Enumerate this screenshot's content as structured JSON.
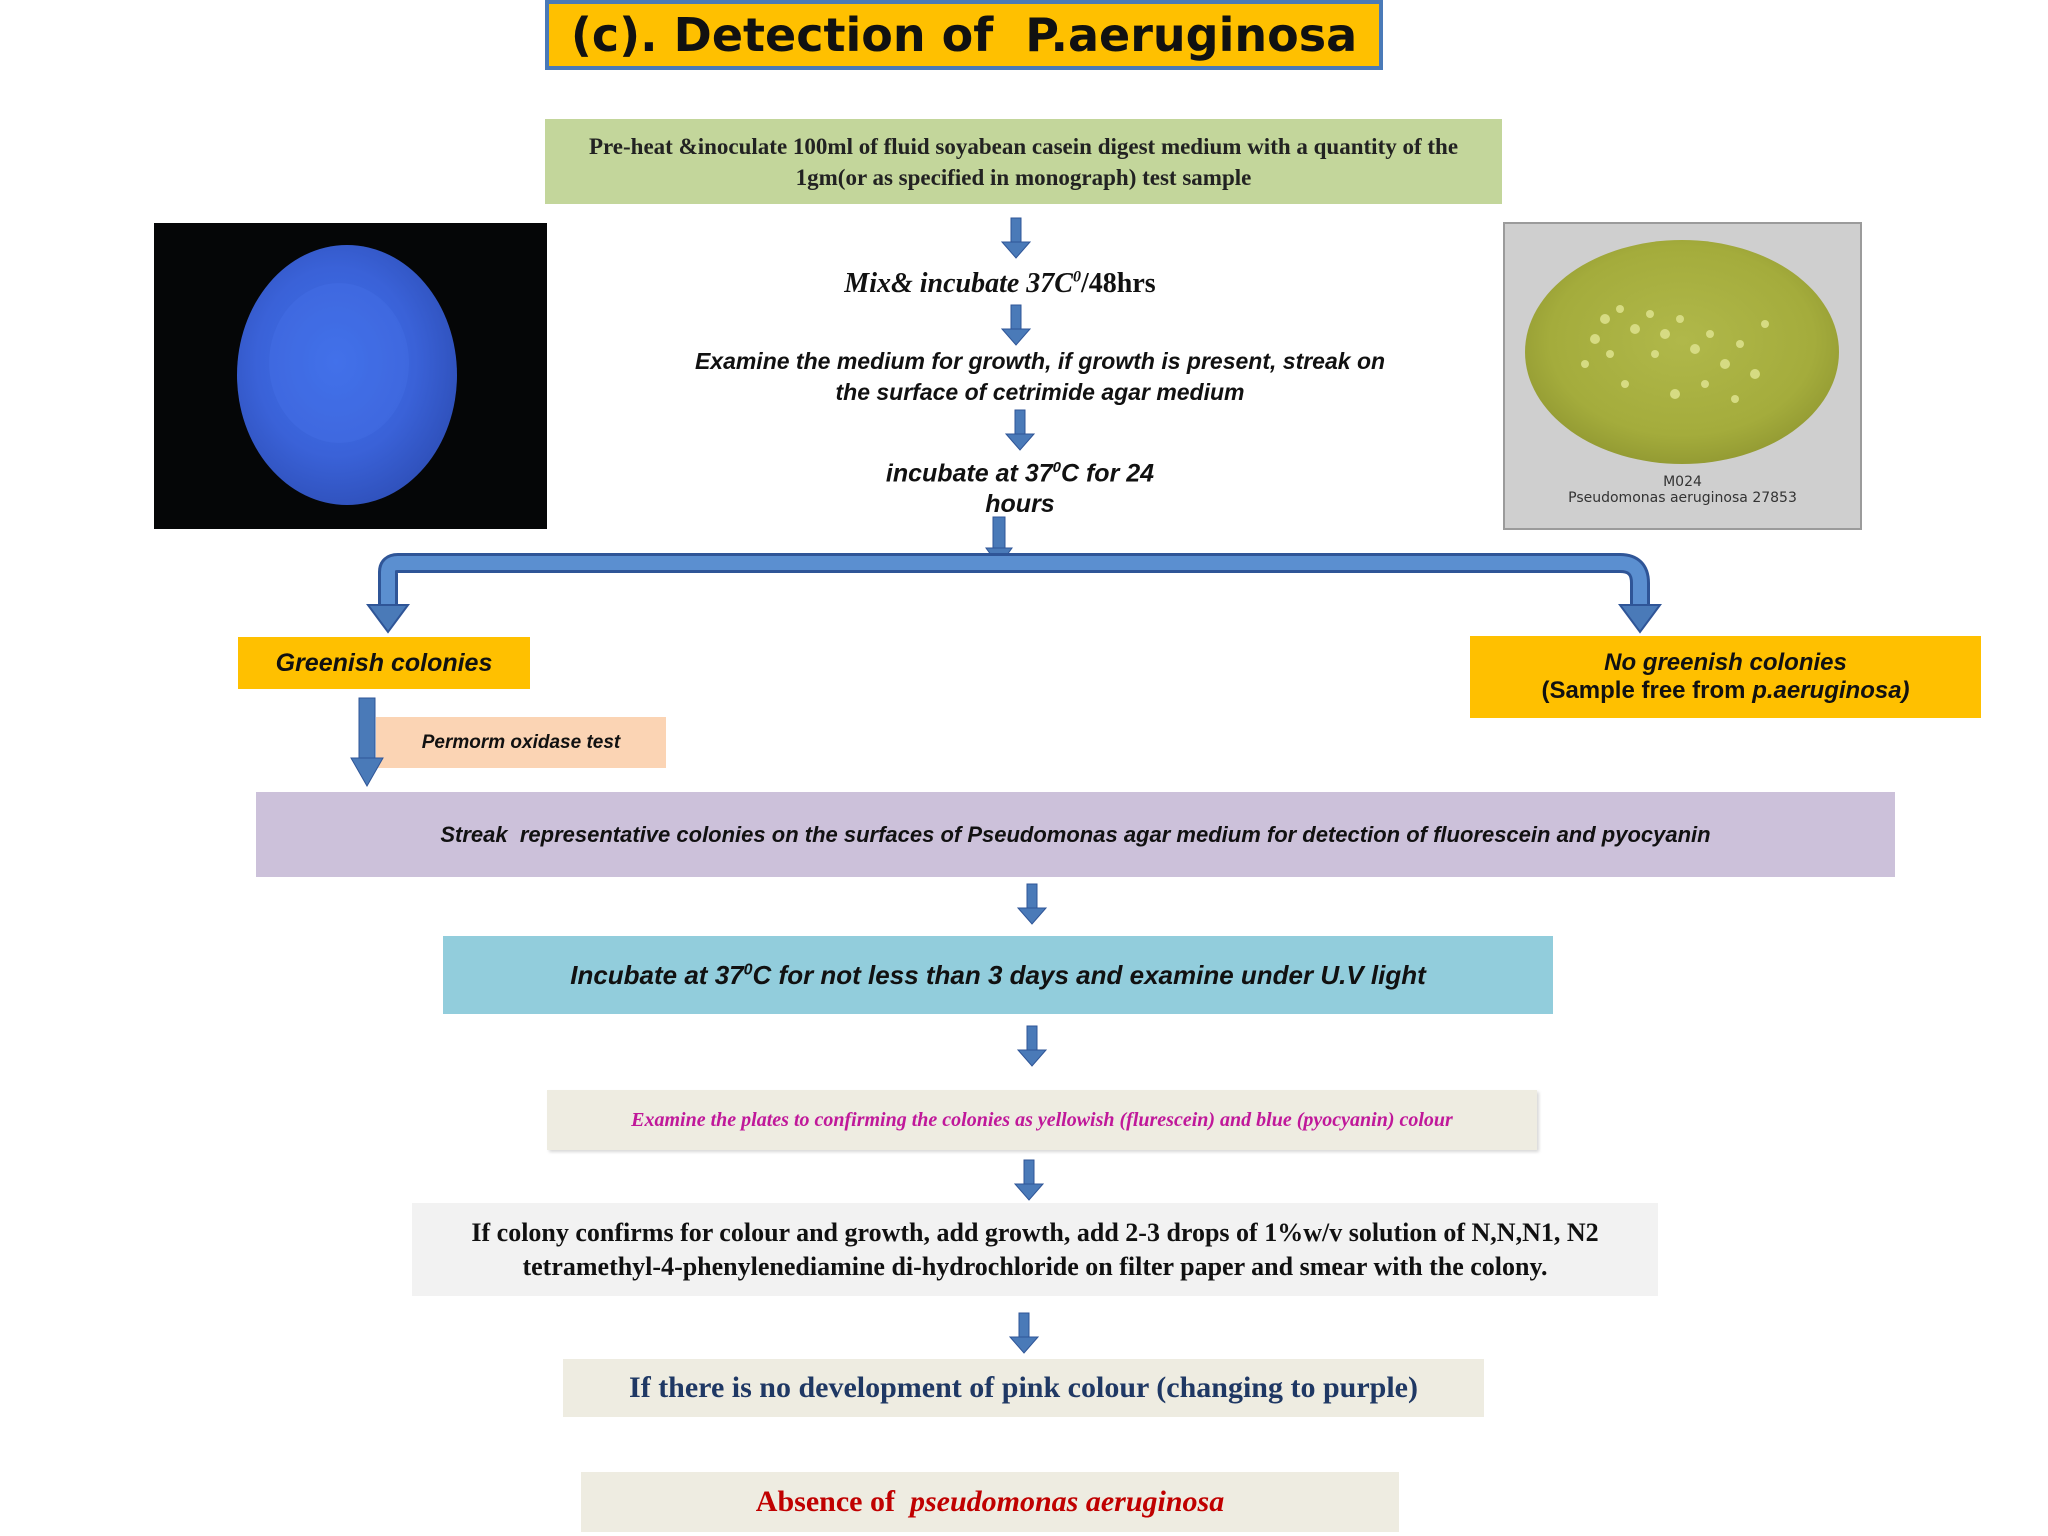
{
  "title": "(c). Detection of  P.aeruginosa",
  "steps": {
    "preheat": "Pre-heat &inoculate 100ml of fluid soyabean casein digest medium with a quantity of the 1gm(or as specified in monograph) test sample",
    "mix": {
      "prefix": "Mix& incubate 37C",
      "sup": "0",
      "suffix": "/48hrs"
    },
    "examine_medium": "Examine the medium for growth, if  growth is present, streak on the surface of cetrimide agar medium",
    "incubate24": {
      "prefix": "incubate at 37",
      "sup": "0",
      "suffix": "C for 24 hours"
    },
    "greenish": "Greenish colonies",
    "no_greenish_line1": "No greenish colonies",
    "no_greenish_line2_prefix": "(Sample free from ",
    "no_greenish_line2_italic": "p.aeruginosa)",
    "oxidase": "Permorm oxidase test",
    "streak": "Streak  representative colonies on the surfaces of Pseudomonas agar medium for detection of fluorescein and pyocyanin",
    "incubate_uv": {
      "prefix": "Incubate at 37",
      "sup": "0",
      "suffix": "C for not less than 3 days and examine under U.V light"
    },
    "examine_plates": "Examine the plates to confirming the colonies as yellowish (flurescein) and blue (pyocyanin) colour",
    "colony_confirms": "If colony confirms for colour and growth, add growth, add 2-3 drops of 1%w/v solution of N,N,N1, N2  tetramethyl-4-phenylenediamine di-hydrochloride on filter paper and smear with the colony.",
    "no_pink": "If there is no development of pink colour (changing to purple)",
    "absence_prefix": "Absence of  ",
    "absence_italic": "pseudomonas aeruginosa"
  },
  "images": {
    "right_caption_line1": "M024",
    "right_caption_line2": "Pseudomonas aeruginosa 27853"
  },
  "colors": {
    "title_bg": "#ffc000",
    "arrow": "#4a7ab8",
    "preheat_bg": "#c3d69b",
    "streak_bg": "#ccc1da",
    "uv_bg": "#92cddc",
    "oxidase_bg": "#fbd4b4",
    "plates_text": "#c0189a",
    "absence_text": "#c00000"
  }
}
